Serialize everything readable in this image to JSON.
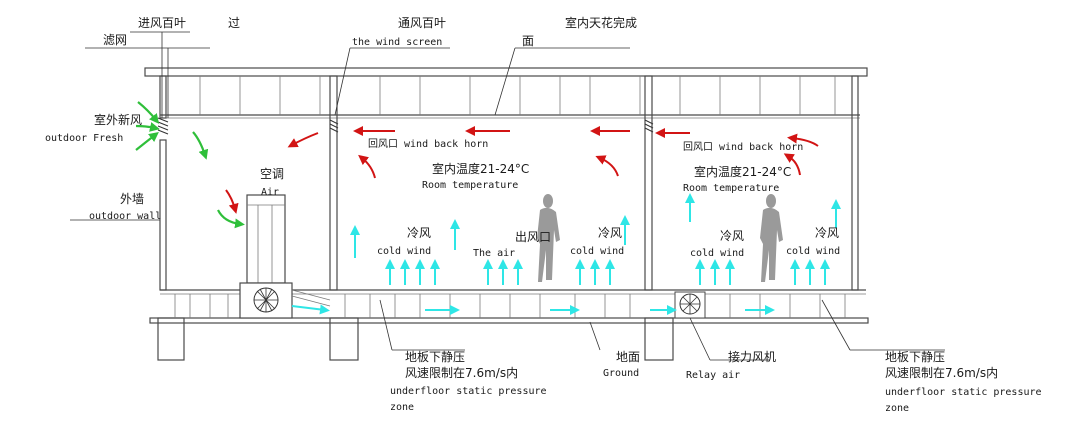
{
  "labels": {
    "intake_louver": "进风百叶",
    "filter": "滤网",
    "filter_cont": "过",
    "vent_louver": "通风百叶",
    "vent_louver_en": "the wind screen",
    "ceiling": "室内天花完成",
    "ceiling_cont": "面",
    "outdoor_fresh_cn": "室外新风",
    "outdoor_fresh_en": "outdoor Fresh",
    "ac_cn": "空调",
    "ac_en": "Air",
    "exterior_wall_cn": "外墙",
    "exterior_wall_en": "outdoor wall",
    "return_air_1": "回风口 wind back horn",
    "room_temp_cn_1": "室内温度21-24°C",
    "room_temp_en_1": "Room temperature",
    "cold_cn_1": "冷风",
    "cold_en_1": "cold wind",
    "outlet_cn": "出风口",
    "outlet_en": "The air",
    "cold_cn_2": "冷风",
    "cold_en_2": "cold wind",
    "return_air_2": "回风口 wind back horn",
    "room_temp_cn_2": "室内温度21-24°C",
    "room_temp_en_2": "Room temperature",
    "cold_cn_3": "冷风",
    "cold_en_3": "cold wind",
    "cold_cn_4": "冷风",
    "cold_en_4": "cold wind",
    "plenum_cn_1": "地板下静压",
    "plenum_speed_1": "风速限制在7.6m/s内",
    "plenum_en_1a": "underfloor static pressure",
    "plenum_en_1b": "zone",
    "ground_cn": "地面",
    "ground_en": "Ground",
    "relay_cn": "接力风机",
    "relay_en": "Relay air",
    "plenum_cn_2": "地板下静压",
    "plenum_speed_2": "风速限制在7.6m/s内",
    "plenum_en_2a": "underfloor static pressure",
    "plenum_en_2b": "zone"
  },
  "colors": {
    "cold_air": "#2ee6e6",
    "warm_air": "#d21414",
    "fresh_air": "#2fbf3a",
    "walls": "#4a4a4a"
  }
}
